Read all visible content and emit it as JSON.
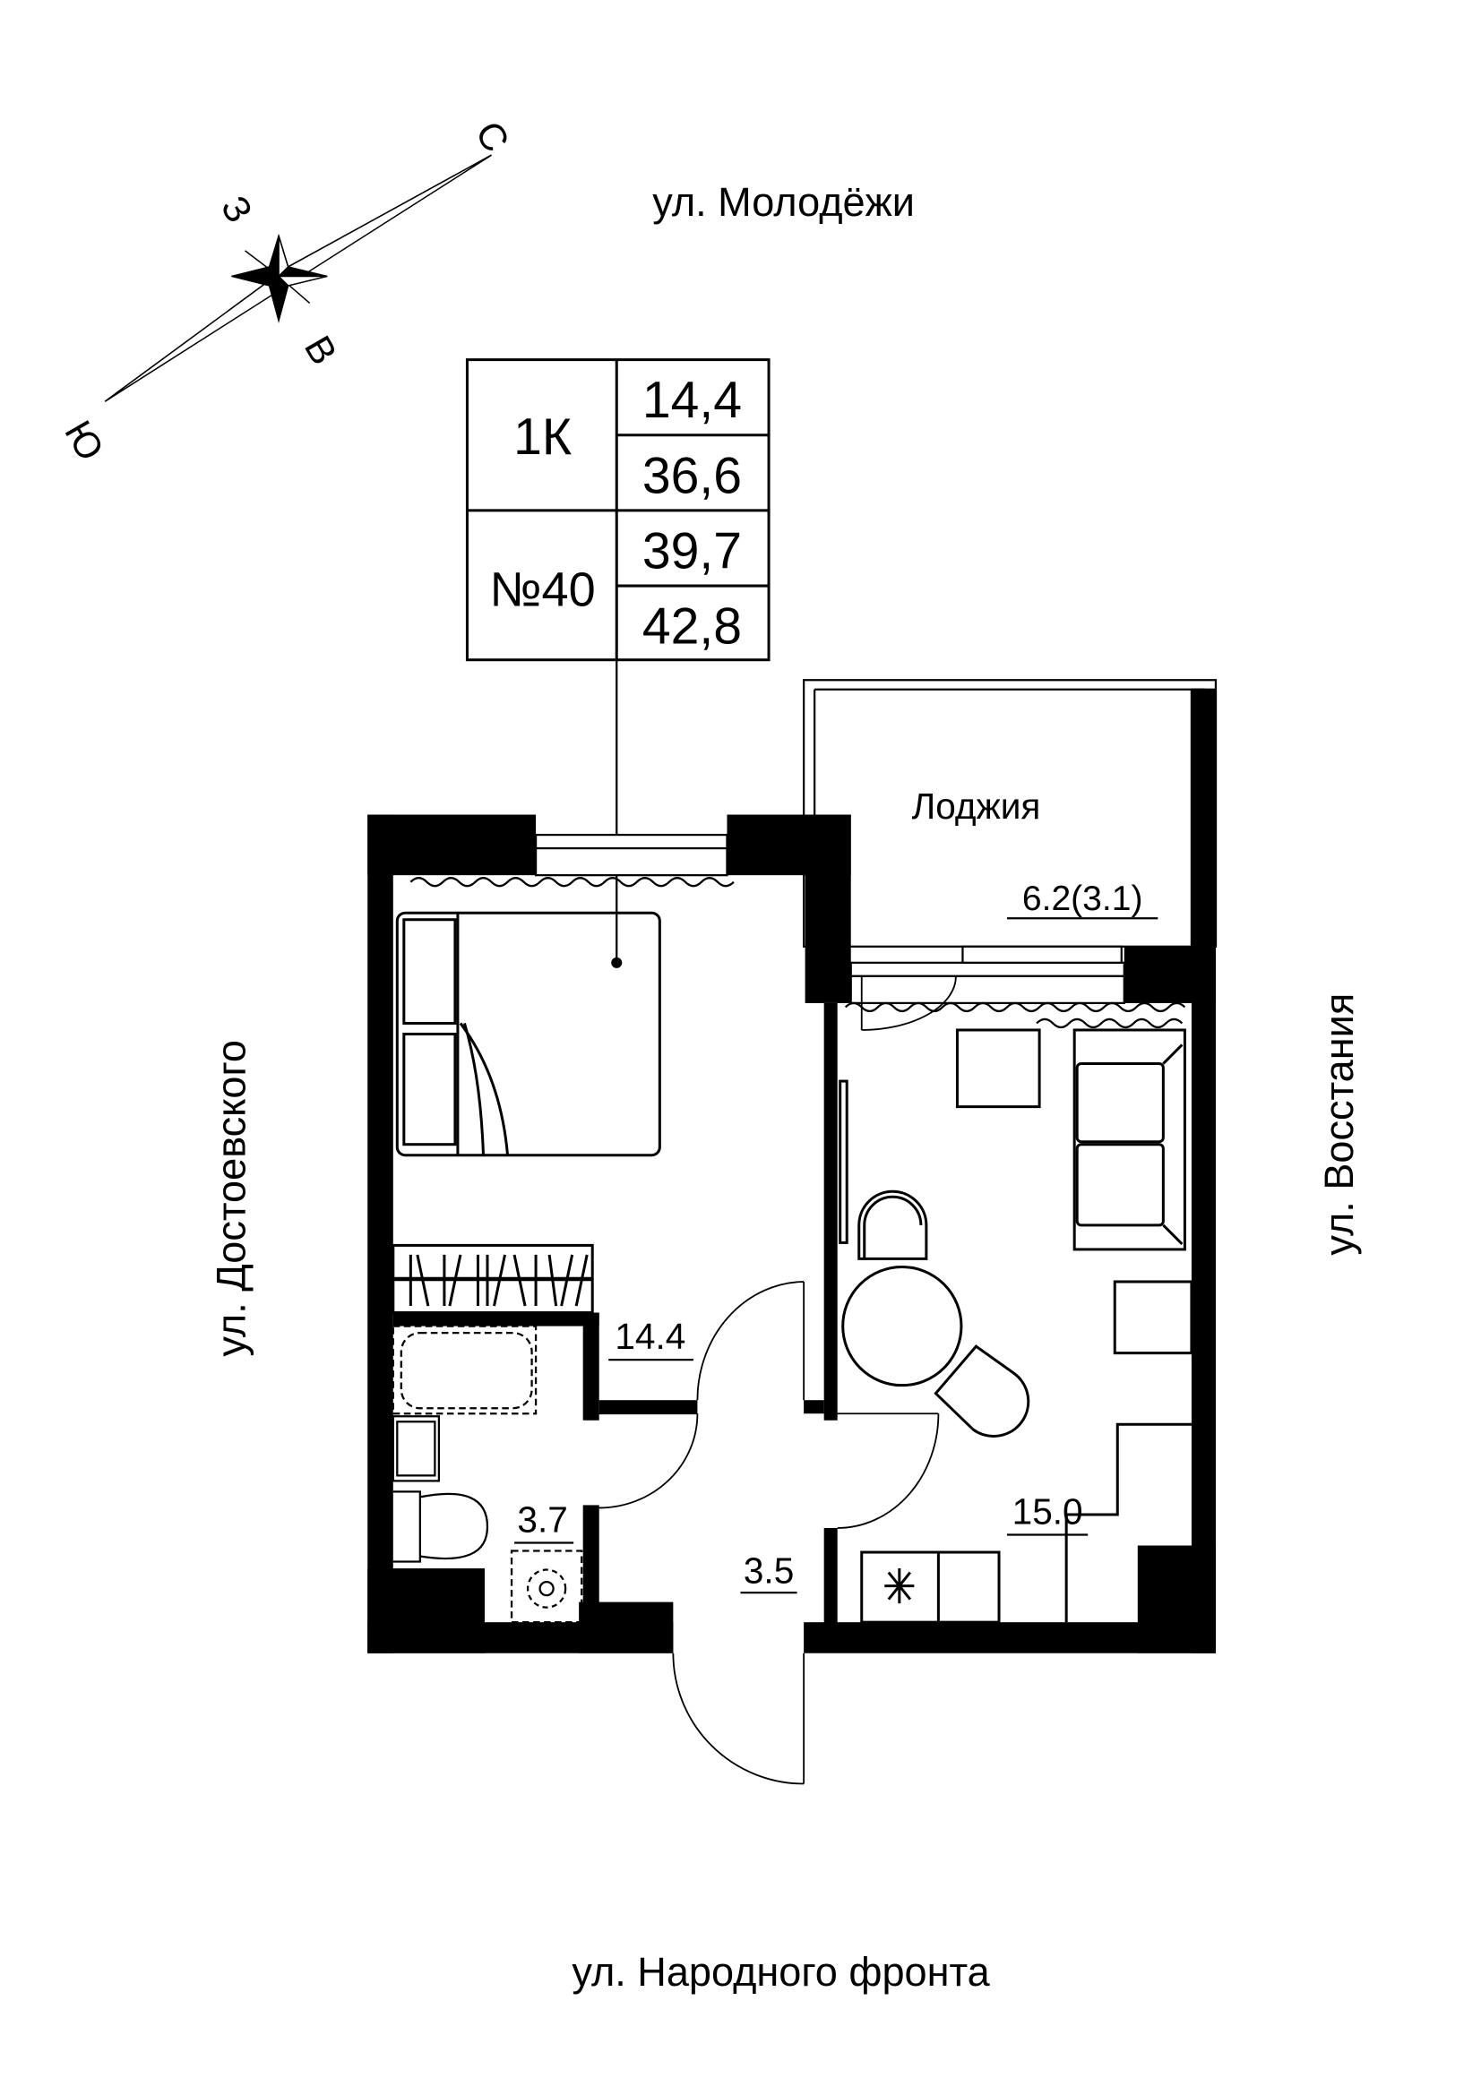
{
  "streets": {
    "north": "ул. Молодёжи",
    "south": "ул. Народного фронта",
    "west": "ул. Достоевского",
    "east": "ул. Восстания"
  },
  "compass": {
    "north": "С",
    "west": "З",
    "east": "В",
    "south": "Ю"
  },
  "info_table": {
    "type": "1К",
    "number": "№40",
    "values": [
      "14,4",
      "36,6",
      "39,7",
      "42,8"
    ]
  },
  "rooms": {
    "bedroom_area": "14.4",
    "bathroom_area": "3.7",
    "hall_area": "3.5",
    "living_area": "15.0",
    "loggia_label": "Лоджия",
    "loggia_area": "6.2(3.1)"
  },
  "colors": {
    "ink": "#000000",
    "background": "#ffffff"
  }
}
